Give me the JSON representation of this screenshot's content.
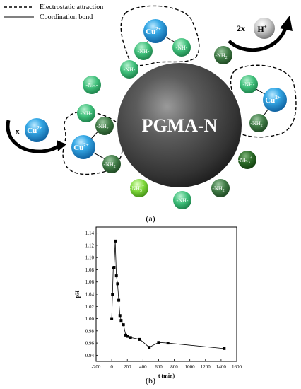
{
  "legend": {
    "dashed": "Electrostatic attraction",
    "solid": "Coordination bond"
  },
  "panel_a": {
    "sphere_label": "PGMA-N",
    "caption": "(a)",
    "cu_ion": "Cu",
    "cu_charge": "2+",
    "incoming_prefix": "x",
    "released_prefix": "2x",
    "released_ion": "H",
    "released_charge": "+",
    "groups": {
      "nh": "-NH-",
      "nh2": "-NH",
      "nh2_sub": "2",
      "nh3": "-NH",
      "nh3_sub": "3",
      "nh3_sup": "+"
    },
    "colors": {
      "sphere": "#4a4a4a",
      "cu": "#1e8fd0",
      "h": "#b0b0b0",
      "group_light": "#3fbf7a",
      "group_dark": "#2f6b3a",
      "group_lime": "#7ed83a",
      "group_nh3": "#1f5a1c"
    }
  },
  "panel_b": {
    "caption": "(b)",
    "chart_data": {
      "type": "line",
      "xlabel": "t (min)",
      "ylabel": "pH",
      "xlim": [
        -200,
        1600
      ],
      "ylim": [
        0.93,
        1.15
      ],
      "x_ticks": [
        "-200",
        "0",
        "200",
        "400",
        "600",
        "800",
        "1000",
        "1200",
        "1400",
        "1600"
      ],
      "y_ticks": [
        "0.94",
        "0.96",
        "0.98",
        "1.00",
        "1.02",
        "1.04",
        "1.06",
        "1.08",
        "1.10",
        "1.12",
        "1.14"
      ],
      "x": [
        0,
        10,
        20,
        30,
        45,
        60,
        75,
        90,
        105,
        120,
        150,
        180,
        200,
        240,
        360,
        480,
        600,
        720,
        1440
      ],
      "y": [
        1.0,
        1.04,
        1.083,
        1.084,
        1.127,
        1.07,
        1.057,
        1.03,
        1.005,
        0.997,
        0.99,
        0.973,
        0.971,
        0.969,
        0.966,
        0.953,
        0.961,
        0.96,
        0.951
      ],
      "grid": false
    }
  }
}
